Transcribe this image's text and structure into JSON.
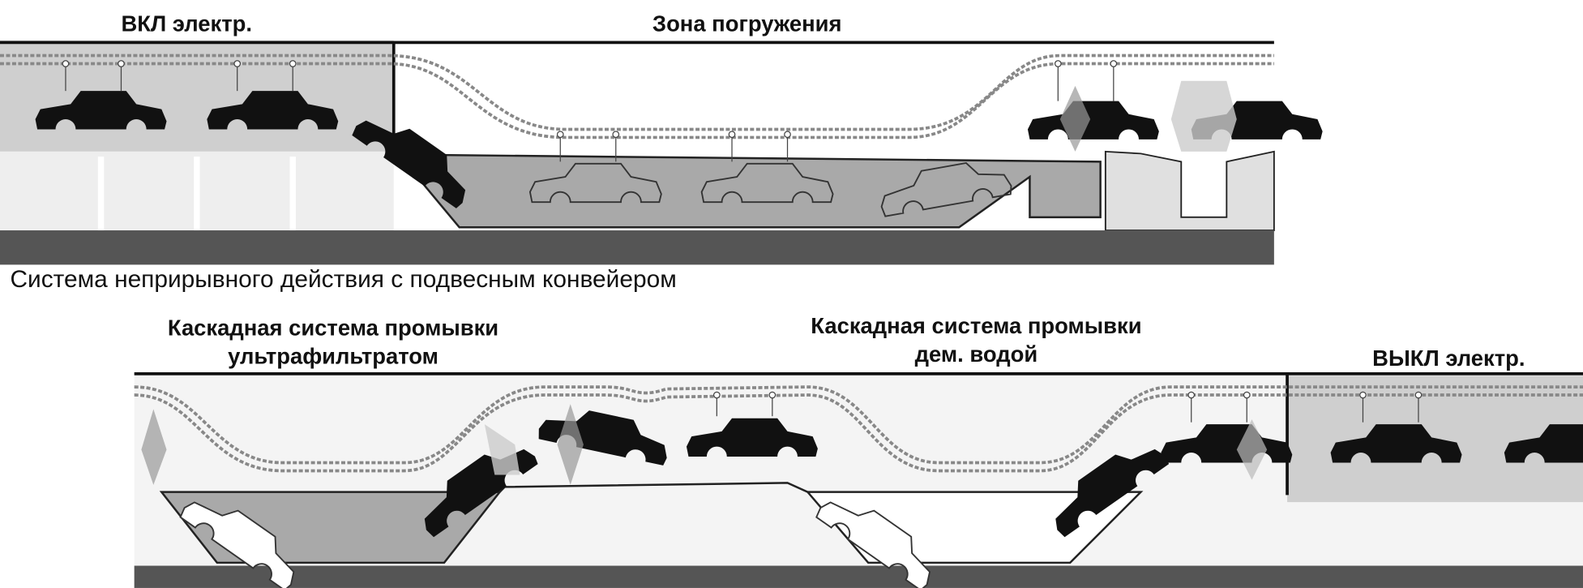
{
  "top": {
    "label_on": "ВКЛ электр.",
    "label_dip": "Зона погружения"
  },
  "caption": "Система неприрывного действия с подвесным конвейером",
  "bottom": {
    "label_uf_1": "Каскадная система промывки",
    "label_uf_2": "ультрафильтратом",
    "label_demin_1": "Каскадная система промывки",
    "label_demin_2": "дем. водой",
    "label_off": "ВЫКЛ электр."
  },
  "colors": {
    "tank": "#a9a9a9",
    "floor": "#555555",
    "band": "#cfcfcf",
    "car": "#111111"
  }
}
